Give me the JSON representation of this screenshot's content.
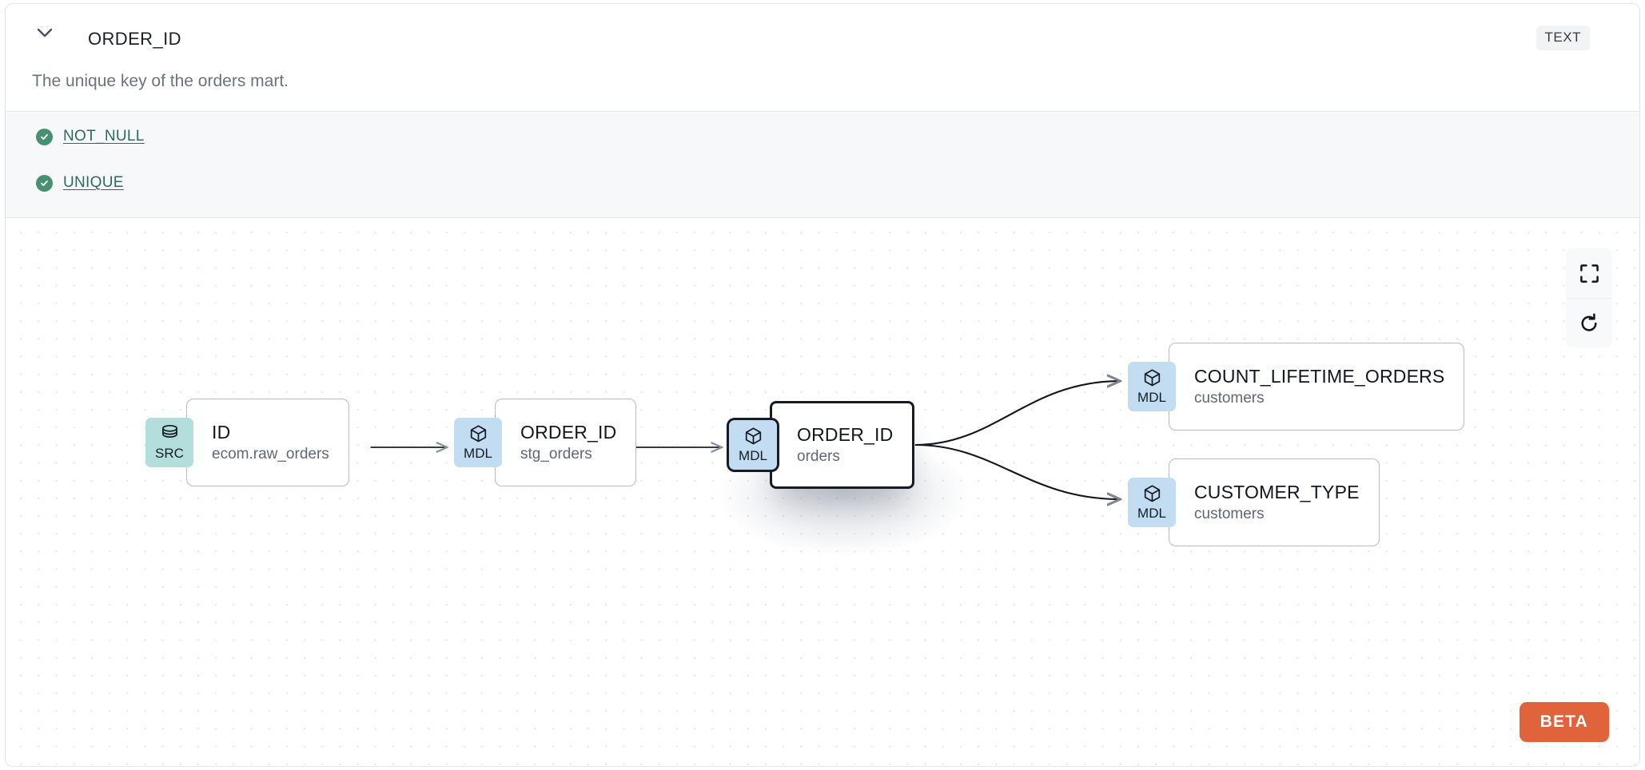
{
  "header": {
    "chevron_icon": "chevron-down-icon",
    "column_name": "ORDER_ID",
    "type_badge": "TEXT"
  },
  "description": "The unique key of the orders mart.",
  "tests": {
    "items": [
      {
        "status_icon": "check-circle-icon",
        "label": "NOT_NULL"
      },
      {
        "status_icon": "check-circle-icon",
        "label": "UNIQUE"
      }
    ],
    "status_color": "#469170",
    "link_color": "#2a6a63"
  },
  "lineage": {
    "nodes": [
      {
        "id": "src",
        "kind": "SRC",
        "kind_icon": "database-icon",
        "name": "ID",
        "dataset": "ecom.raw_orders",
        "selected": false,
        "badge_color": "#b4dedb"
      },
      {
        "id": "stg",
        "kind": "MDL",
        "kind_icon": "cube-icon",
        "name": "ORDER_ID",
        "dataset": "stg_orders",
        "selected": false,
        "badge_color": "#c2ddf1"
      },
      {
        "id": "orders",
        "kind": "MDL",
        "kind_icon": "cube-icon",
        "name": "ORDER_ID",
        "dataset": "orders",
        "selected": true,
        "badge_color": "#c2ddf1"
      },
      {
        "id": "count",
        "kind": "MDL",
        "kind_icon": "cube-icon",
        "name": "COUNT_LIFETIME_ORDERS",
        "dataset": "customers",
        "selected": false,
        "badge_color": "#c2ddf1"
      },
      {
        "id": "custtype",
        "kind": "MDL",
        "kind_icon": "cube-icon",
        "name": "CUSTOMER_TYPE",
        "dataset": "customers",
        "selected": false,
        "badge_color": "#c2ddf1"
      }
    ],
    "edges": [
      {
        "from": "src",
        "to": "stg"
      },
      {
        "from": "stg",
        "to": "orders"
      },
      {
        "from": "orders",
        "to": "count"
      },
      {
        "from": "orders",
        "to": "custtype"
      }
    ],
    "controls": [
      {
        "icon": "fit-view-icon"
      },
      {
        "icon": "refresh-icon"
      }
    ],
    "beta_label": "BETA",
    "beta_color": "#e0633c"
  }
}
